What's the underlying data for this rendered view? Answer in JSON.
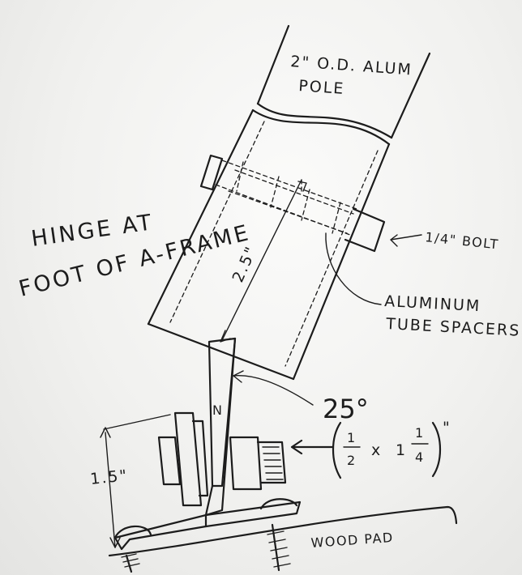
{
  "labels": {
    "title_line1": "HINGE AT",
    "title_line2": "FOOT OF A-FRAME",
    "pole_line1": "2\" O.D. ALUM",
    "pole_line2": "POLE",
    "bolt": "1/4\" BOLT",
    "spacers_line1": "ALUMINUM",
    "spacers_line2": "TUBE SPACERS",
    "angle": "25°",
    "fitting_num": "1",
    "fitting_den": "2",
    "fitting_x": "x",
    "fitting_whole": "1",
    "fitting_frac_num": "1",
    "fitting_frac_den": "4",
    "fitting_quote": "\"",
    "bracket_length": "2.5\"",
    "height": "1.5\"",
    "base": "WOOD PAD",
    "bracket_mark": "N"
  },
  "colors": {
    "ink": "#1c1c1c",
    "paper": "#f3f3f1"
  }
}
